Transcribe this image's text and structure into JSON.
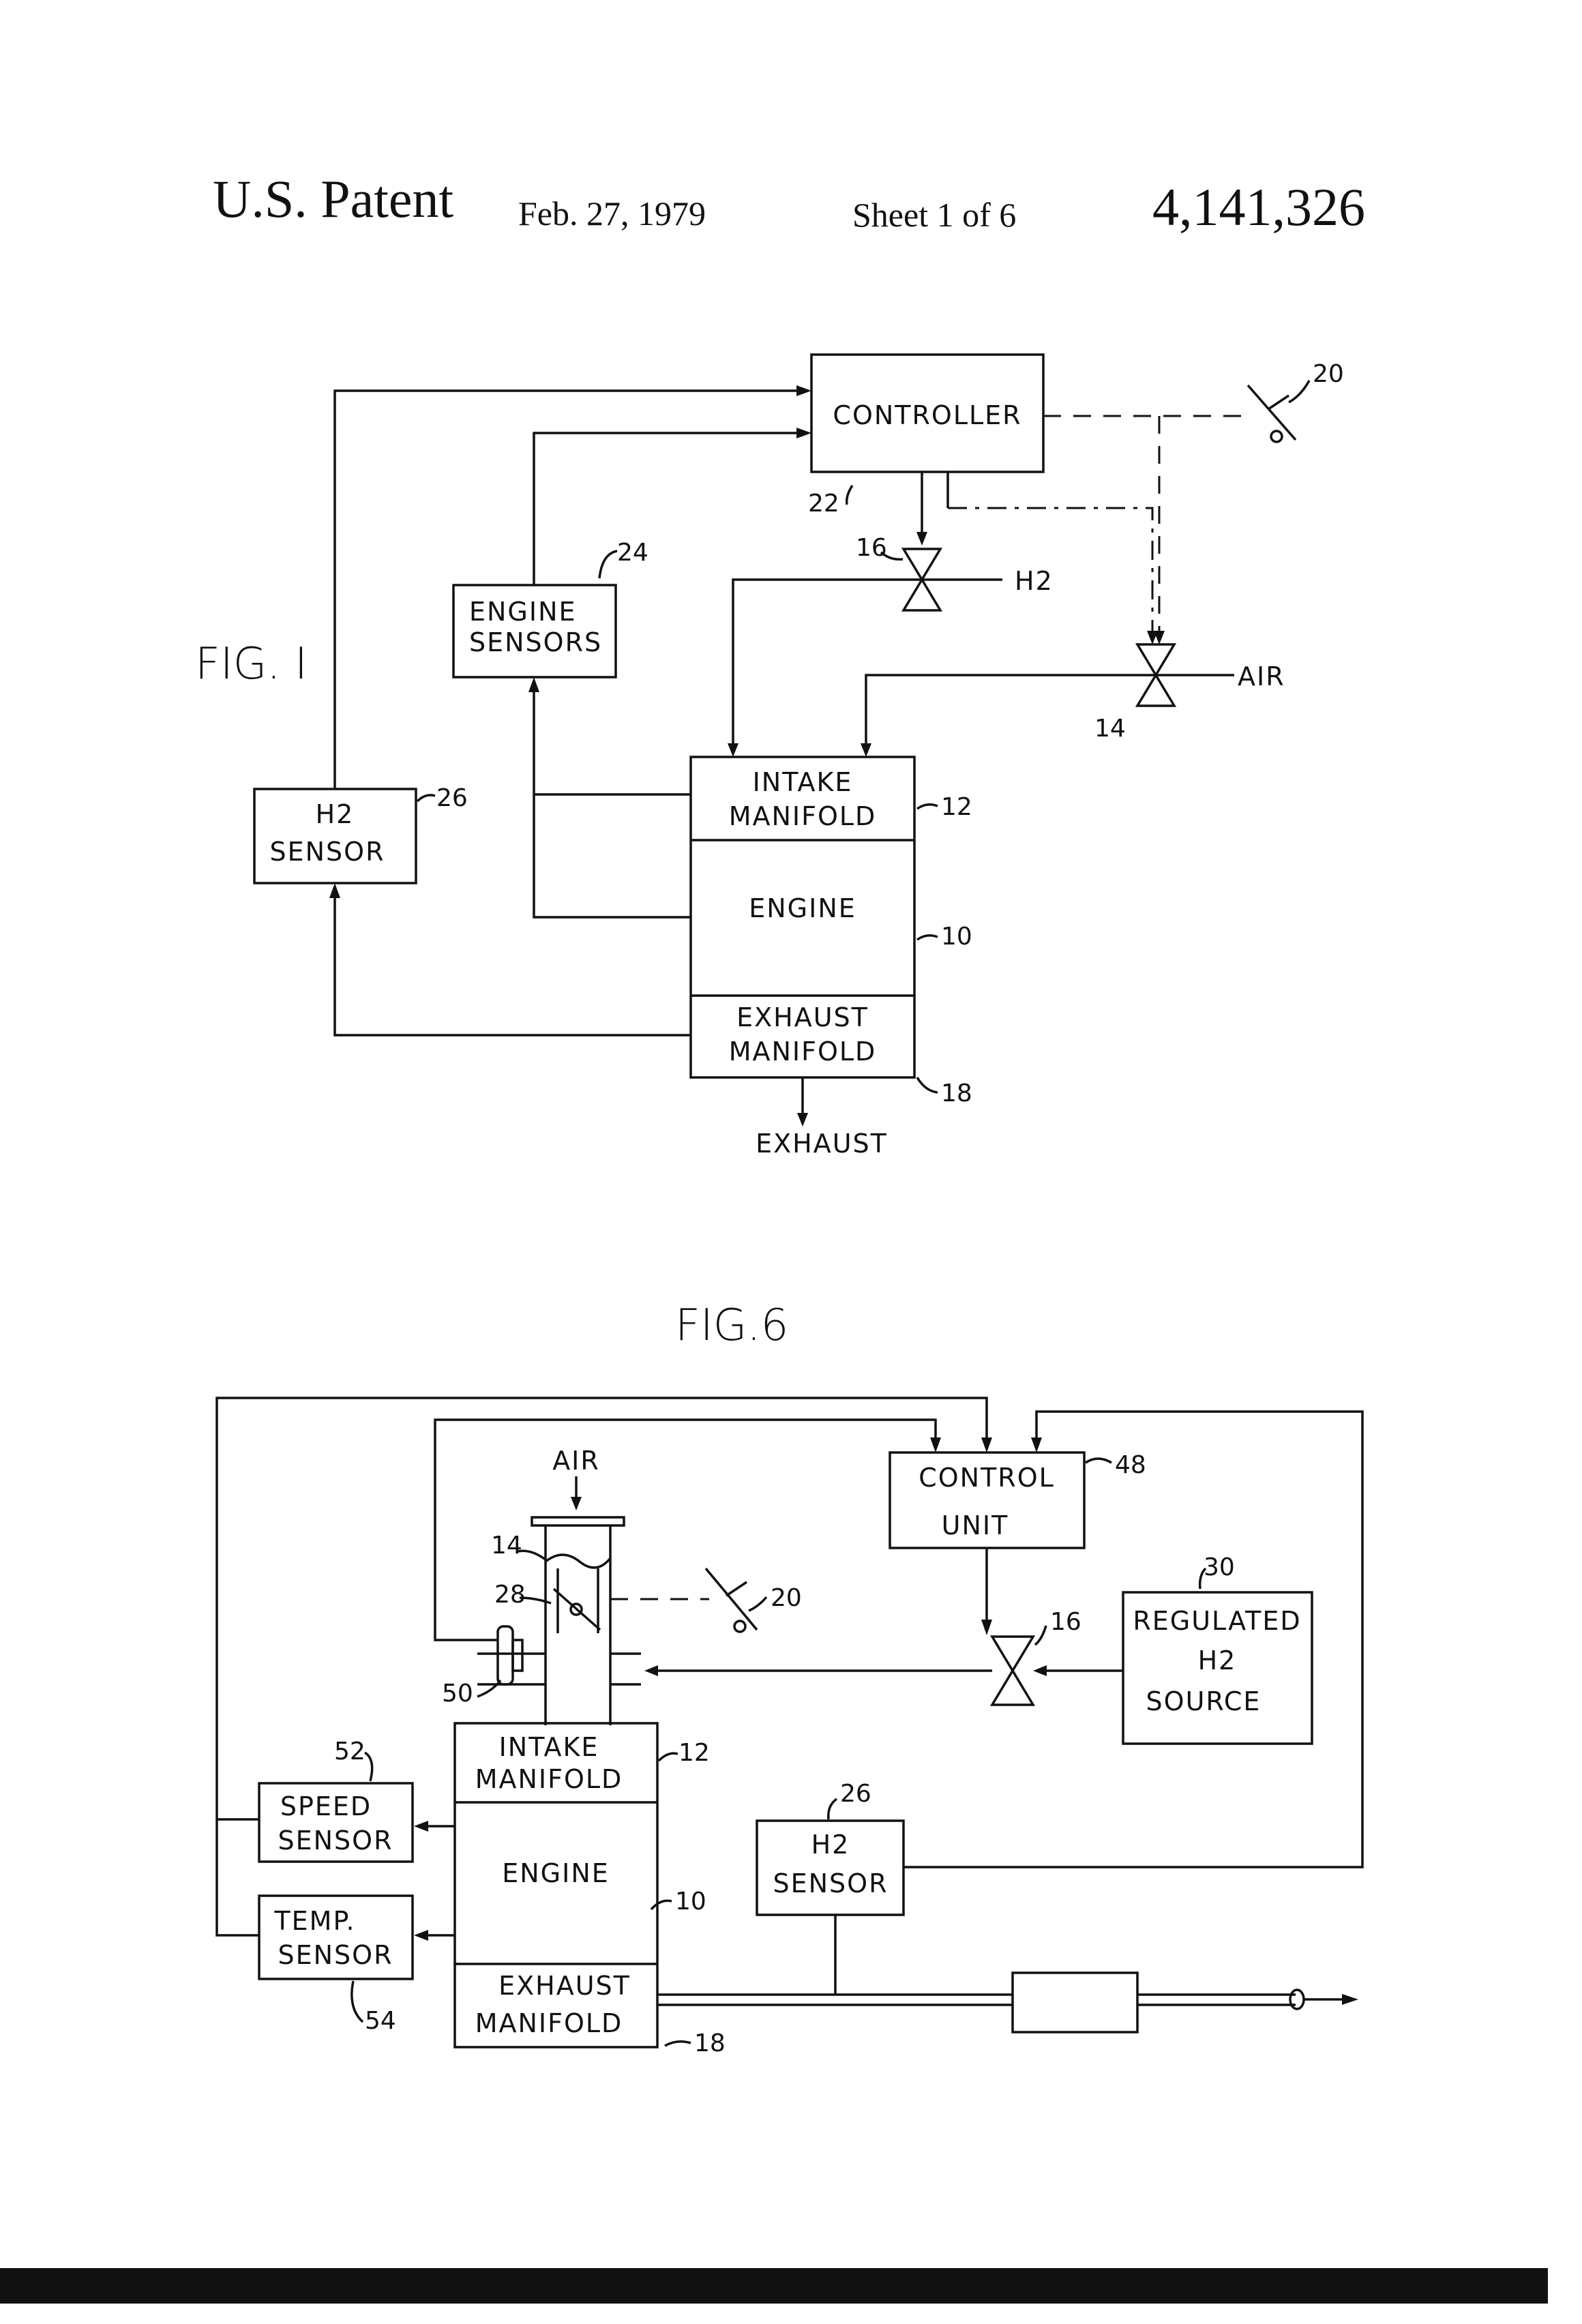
{
  "header": {
    "title": "U.S. Patent",
    "date": "Feb. 27, 1979",
    "sheet": "Sheet 1 of 6",
    "number": "4,141,326"
  },
  "fig1": {
    "label": "FIG. I",
    "controller": "CONTROLLER",
    "engine_sensors_1": "ENGINE",
    "engine_sensors_2": "SENSORS",
    "h2_sensor_1": "H2",
    "h2_sensor_2": "SENSOR",
    "intake_1": "INTAKE",
    "intake_2": "MANIFOLD",
    "engine": "ENGINE",
    "exhaust_1": "EXHAUST",
    "exhaust_2": "MANIFOLD",
    "exhaust_out": "EXHAUST",
    "h2_line": "H2",
    "air_line": "AIR",
    "refs": {
      "r20": "20",
      "r22": "22",
      "r24": "24",
      "r16": "16",
      "r14": "14",
      "r26": "26",
      "r12": "12",
      "r10": "10",
      "r18": "18"
    }
  },
  "fig6": {
    "label": "FIG.6",
    "air": "AIR",
    "control_1": "CONTROL",
    "control_2": "UNIT",
    "regulated_1": "REGULATED",
    "regulated_2": "H2",
    "regulated_3": "SOURCE",
    "intake_1": "INTAKE",
    "intake_2": "MANIFOLD",
    "engine": "ENGINE",
    "exhaust_1": "EXHAUST",
    "exhaust_2": "MANIFOLD",
    "speed_1": "SPEED",
    "speed_2": "SENSOR",
    "temp_1": "TEMP.",
    "temp_2": "SENSOR",
    "h2s_1": "H2",
    "h2s_2": "SENSOR",
    "refs": {
      "r48": "48",
      "r30": "30",
      "r14": "14",
      "r28": "28",
      "r20": "20",
      "r16": "16",
      "r50": "50",
      "r52": "52",
      "r12": "12",
      "r26": "26",
      "r10": "10",
      "r54": "54",
      "r18": "18"
    }
  }
}
